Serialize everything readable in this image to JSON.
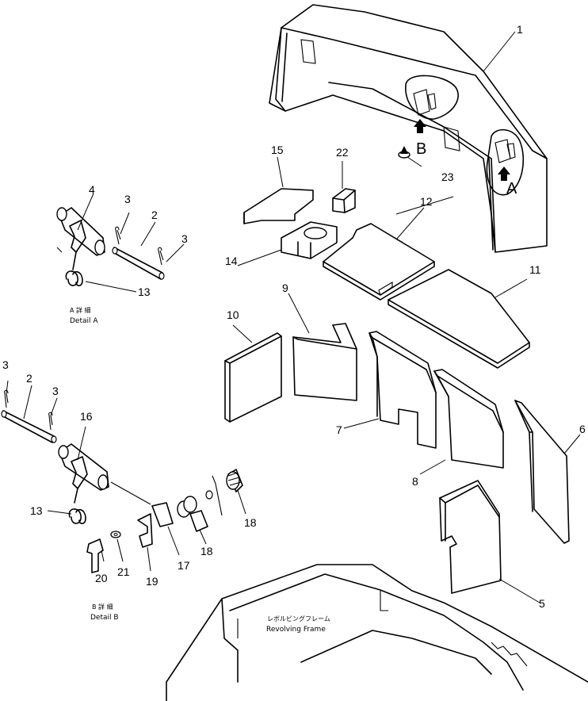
{
  "part_numbers": [
    "1",
    "2",
    "3",
    "4",
    "5",
    "6",
    "7",
    "8",
    "9",
    "10",
    "11",
    "12",
    "13",
    "14",
    "15",
    "16",
    "17",
    "18",
    "19",
    "20",
    "21",
    "22",
    "23"
  ],
  "detail_labels": {
    "a": "A",
    "b": "B"
  },
  "detail_a": {
    "caption_jp": "A 詳 細",
    "caption_en": "Detail A"
  },
  "detail_b": {
    "caption_jp": "B 詳 細",
    "caption_en": "Detail B"
  },
  "frame": {
    "caption_jp": "レボルビングフレーム",
    "caption_en": "Revolving Frame"
  }
}
